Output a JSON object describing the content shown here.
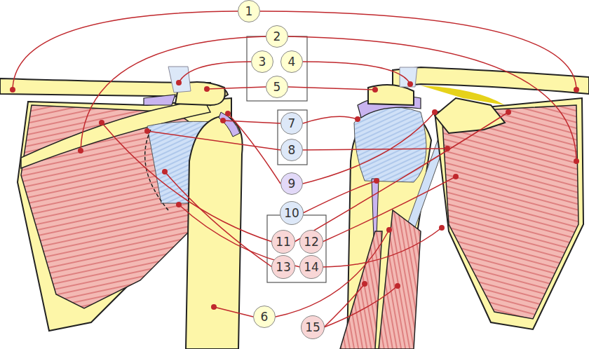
{
  "diagram": {
    "nodes": [
      {
        "text": [
          "1"
        ]
      },
      {
        "text": [
          "2"
        ]
      },
      {
        "text": [
          "3"
        ]
      },
      {
        "text": [
          "4"
        ]
      },
      {
        "text": [
          "5"
        ]
      },
      {
        "text": [
          "7"
        ]
      },
      {
        "text": [
          "8"
        ]
      },
      {
        "text": [
          "9"
        ]
      },
      {
        "text": [
          "10"
        ]
      },
      {
        "text": [
          "11"
        ]
      },
      {
        "text": [
          "12"
        ]
      },
      {
        "text": [
          "13"
        ]
      },
      {
        "text": [
          "14"
        ]
      },
      {
        "text": [
          "6"
        ]
      },
      {
        "text": [
          "15"
        ]
      }
    ]
  }
}
